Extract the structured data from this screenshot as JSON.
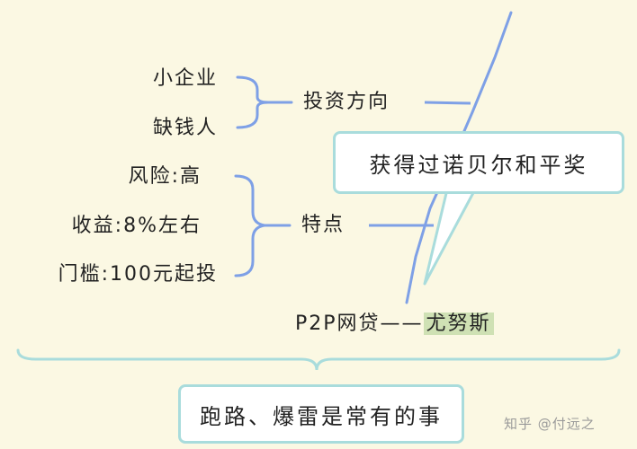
{
  "top_group": {
    "items": [
      "小企业",
      "缺钱人"
    ],
    "label": "投资方向"
  },
  "mid_group": {
    "items": [
      "风险:高",
      "收益:8%左右",
      "门槛:100元起投"
    ],
    "label": "特点"
  },
  "callout": "获得过诺贝尔和平奖",
  "source": {
    "prefix": "P2P网贷——",
    "highlight": "尤努斯"
  },
  "summary": "跑路、爆雷是常有的事",
  "watermark": "知乎 @付远之",
  "colors": {
    "background": "#fbf8e3",
    "blue_line": "#7ea0e6",
    "callout_border": "#a9dcdc",
    "highlight": "#cfe1b4"
  }
}
